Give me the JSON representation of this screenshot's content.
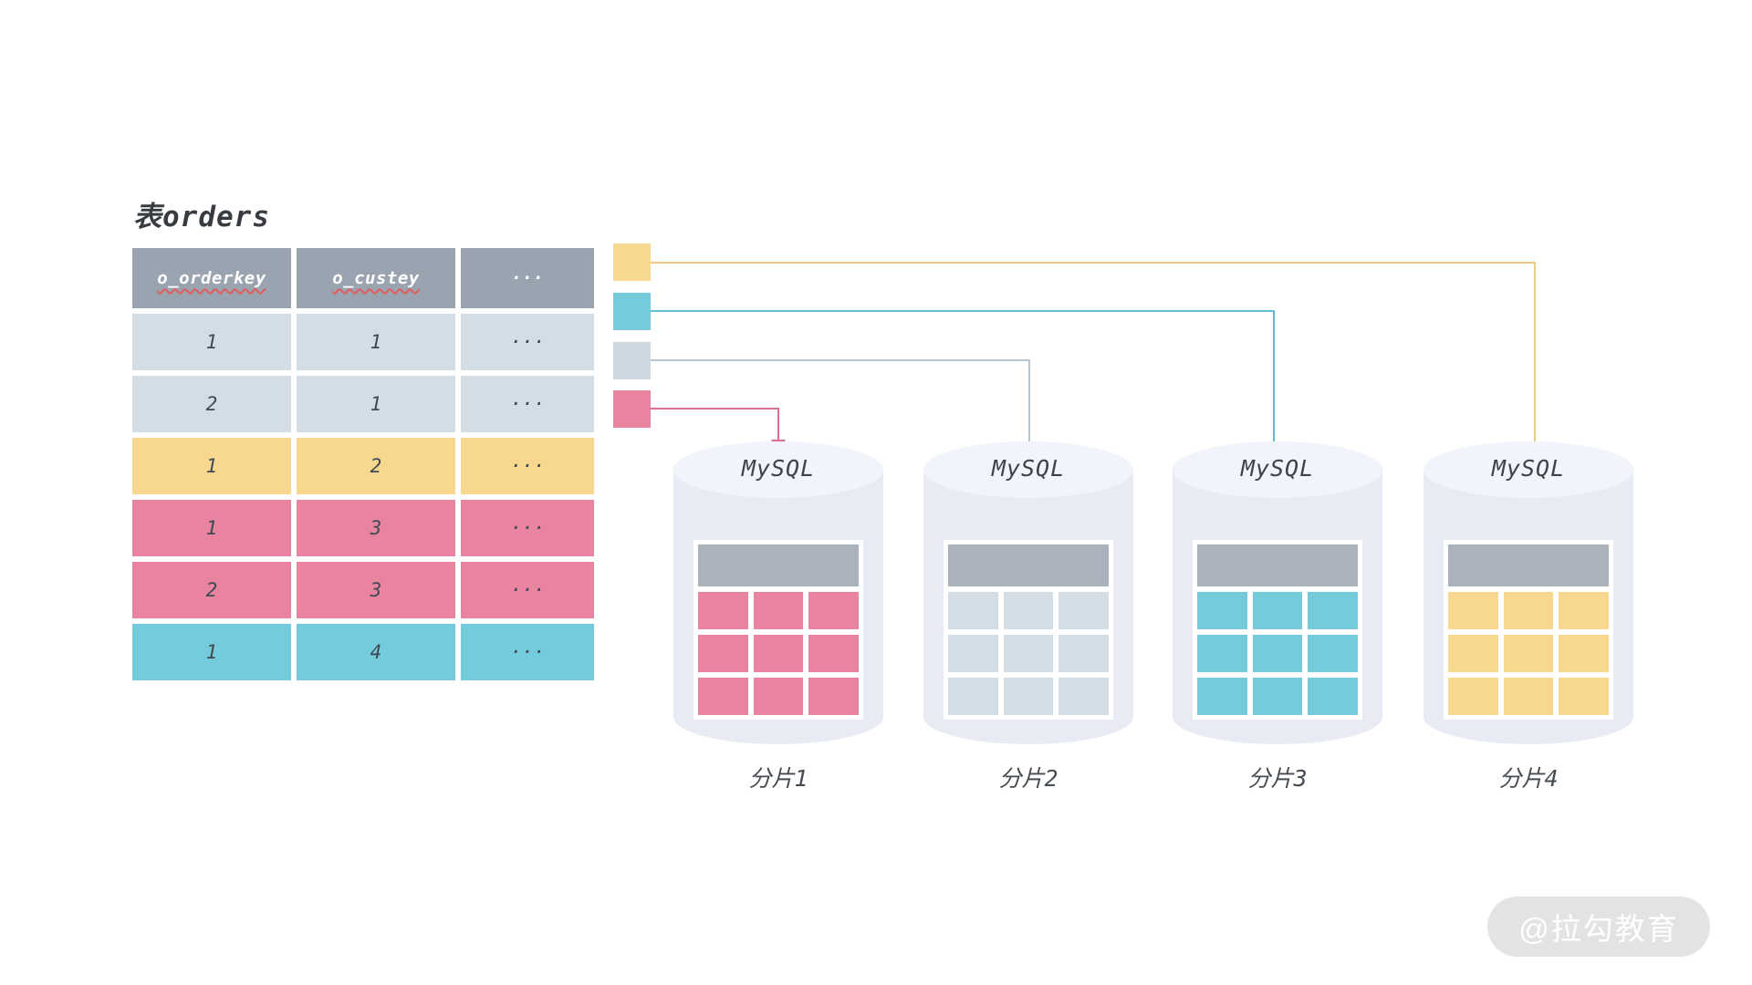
{
  "title": "表orders",
  "table": {
    "headers": [
      "o_orderkey",
      "o_custey",
      "···"
    ],
    "rows": [
      {
        "cells": [
          "1",
          "1",
          "···"
        ],
        "variant": "light"
      },
      {
        "cells": [
          "2",
          "1",
          "···"
        ],
        "variant": "light"
      },
      {
        "cells": [
          "1",
          "2",
          "···"
        ],
        "variant": "yellow"
      },
      {
        "cells": [
          "1",
          "3",
          "···"
        ],
        "variant": "pink"
      },
      {
        "cells": [
          "2",
          "3",
          "···"
        ],
        "variant": "pink"
      },
      {
        "cells": [
          "1",
          "4",
          "···"
        ],
        "variant": "cyan"
      }
    ]
  },
  "shards": [
    {
      "db": "MySQL",
      "label": "分片1",
      "variant": "pink"
    },
    {
      "db": "MySQL",
      "label": "分片2",
      "variant": "light"
    },
    {
      "db": "MySQL",
      "label": "分片3",
      "variant": "cyan"
    },
    {
      "db": "MySQL",
      "label": "分片4",
      "variant": "yellow"
    }
  ],
  "watermark": "@拉勾教育",
  "colors": {
    "header-gray": "#9aa4b0",
    "row-light": "#d3dde6",
    "row-yellow": "#f8d78e",
    "row-pink": "#e8849f",
    "row-cyan": "#74cbdc",
    "legend-light": "#ccd7e0",
    "line-yellow": "#efca7d",
    "line-cyan": "#5fc0d4",
    "line-gray": "#b7c5d1",
    "line-pink": "#e26d92",
    "cyl-body": "#e8ebf3",
    "cyl-top": "#f1f4fa",
    "mini-header": "#a9b2bd",
    "watermark-bg": "#e3e3e5"
  }
}
